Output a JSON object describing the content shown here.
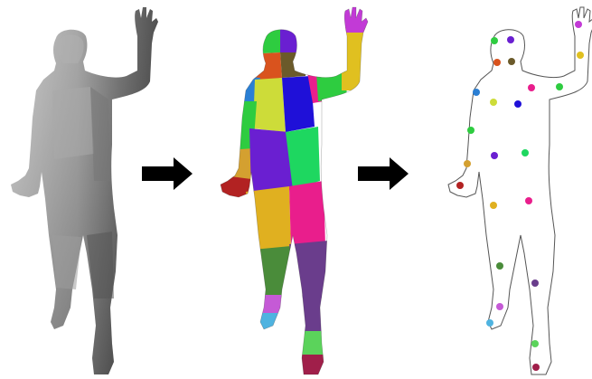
{
  "figure": {
    "stages": [
      {
        "id": "depth",
        "kind": "grayscale-depth-silhouette"
      },
      {
        "id": "segments",
        "kind": "colored-body-part-segmentation"
      },
      {
        "id": "keypoints",
        "kind": "outline-with-part-centroids"
      }
    ],
    "arrows": [
      {
        "from": "depth",
        "to": "segments"
      },
      {
        "from": "segments",
        "to": "keypoints"
      }
    ],
    "colors": {
      "background": "#ffffff",
      "arrow": "#000000",
      "outline": "#555555",
      "depth_light": "#bdbdbd",
      "depth_dark": "#3c3c3c"
    },
    "parts": [
      {
        "name": "head-left",
        "color": "#2ecc40"
      },
      {
        "name": "head-right",
        "color": "#6a1fd1"
      },
      {
        "name": "neck-left",
        "color": "#d9531e"
      },
      {
        "name": "neck-right",
        "color": "#6b5a2a"
      },
      {
        "name": "right-shoulder",
        "color": "#2a7fd4"
      },
      {
        "name": "chest-left",
        "color": "#cddc39"
      },
      {
        "name": "chest-right",
        "color": "#1f10d8"
      },
      {
        "name": "left-shoulder",
        "color": "#e91e8c"
      },
      {
        "name": "left-upper-arm",
        "color": "#2ecc40"
      },
      {
        "name": "left-forearm",
        "color": "#e0c020"
      },
      {
        "name": "left-hand",
        "color": "#c23ad6"
      },
      {
        "name": "right-upper-arm",
        "color": "#2ecc40"
      },
      {
        "name": "right-forearm",
        "color": "#d4a030"
      },
      {
        "name": "right-hand",
        "color": "#b22222"
      },
      {
        "name": "belly-left",
        "color": "#6a1fd1"
      },
      {
        "name": "belly-right",
        "color": "#1ed760"
      },
      {
        "name": "hip-left",
        "color": "#e0b020"
      },
      {
        "name": "hip-right",
        "color": "#e91e8c"
      },
      {
        "name": "right-knee",
        "color": "#4a8c3a"
      },
      {
        "name": "right-shin",
        "color": "#c55ad6"
      },
      {
        "name": "right-foot",
        "color": "#4fb3e0"
      },
      {
        "name": "left-thigh",
        "color": "#6a3d8c"
      },
      {
        "name": "left-shin",
        "color": "#6a3d8c"
      },
      {
        "name": "left-ankle",
        "color": "#5bd35b"
      },
      {
        "name": "left-foot",
        "color": "#a01f4a"
      }
    ]
  }
}
